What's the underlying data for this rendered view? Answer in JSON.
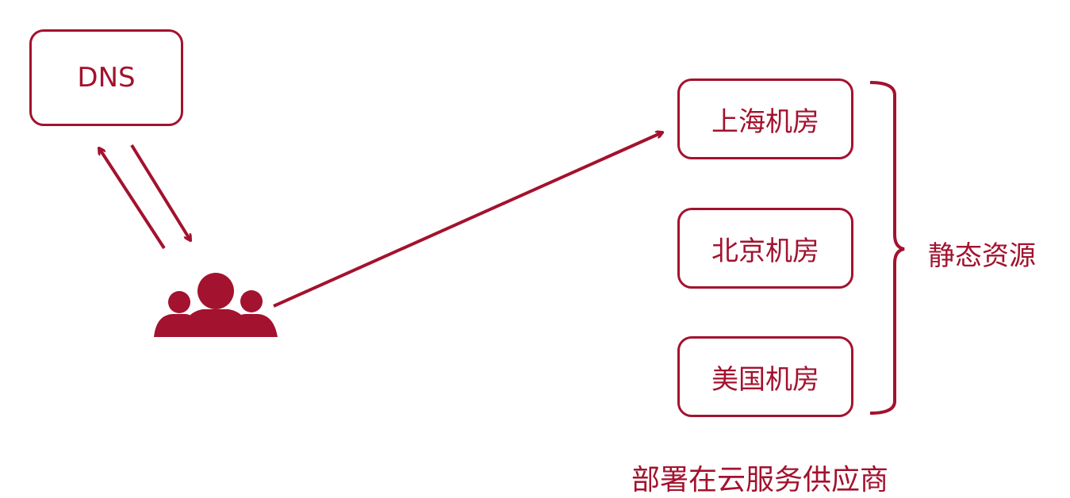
{
  "nodes": {
    "dns": "DNS",
    "shanghai": "上海机房",
    "beijing": "北京机房",
    "usa": "美国机房"
  },
  "labels": {
    "static_resources": "静态资源",
    "deploy_caption": "部署在云服务供应商"
  },
  "icons": {
    "users": "users-icon"
  },
  "colors": {
    "accent": "#a3122e",
    "background": "#ffffff"
  }
}
